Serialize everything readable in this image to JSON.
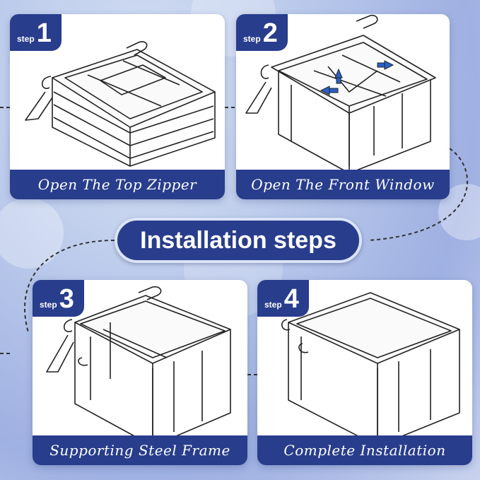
{
  "title": "Installation steps",
  "steps": [
    {
      "word": "step",
      "number": "1",
      "caption": "Open The Top Zipper"
    },
    {
      "word": "step",
      "number": "2",
      "caption": "Open The Front Window"
    },
    {
      "word": "step",
      "number": "3",
      "caption": "Supporting Steel Frame"
    },
    {
      "word": "step",
      "number": "4",
      "caption": "Complete Installation"
    }
  ],
  "colors": {
    "accent": "#283d8c",
    "card": "#ffffff",
    "line": "#222222"
  }
}
